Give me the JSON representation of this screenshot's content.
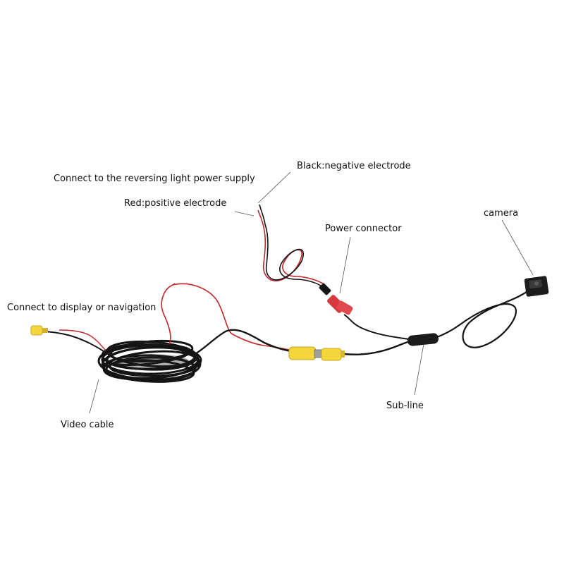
{
  "labels": {
    "reversing_light": "Connect to the reversing light power supply",
    "black_wire": "Black:negative electrode",
    "red_wire": "Red:positive electrode",
    "power_connector": "Power connector",
    "camera": "camera",
    "display": "Connect to display or navigation",
    "sub_line": "Sub-line",
    "video_cable": "Video cable"
  },
  "colors": {
    "background": "#ffffff",
    "cable_black": "#111111",
    "wire_red": "#c0262a",
    "rca_yellow": "#f4d63c",
    "connector_red": "#d63a3f",
    "leader_line": "#555555"
  }
}
